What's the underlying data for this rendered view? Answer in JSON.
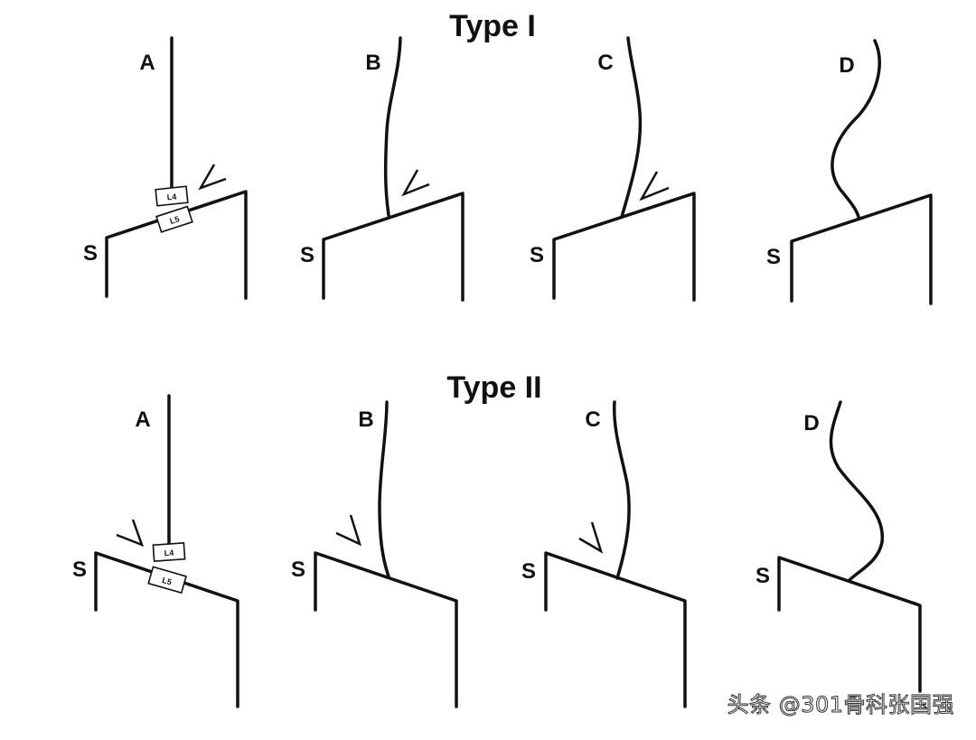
{
  "diagram": {
    "rows": [
      {
        "title": "Type I",
        "slope_label": "S",
        "vertebra_labels": [
          "L4",
          "L5"
        ],
        "panels": [
          {
            "label": "A",
            "shape": "straight",
            "arrow": "right"
          },
          {
            "label": "B",
            "shape": "bow-left",
            "arrow": "right"
          },
          {
            "label": "C",
            "shape": "bow-right",
            "arrow": "right"
          },
          {
            "label": "D",
            "shape": "s-curve",
            "arrow": "none"
          }
        ]
      },
      {
        "title": "Type II",
        "slope_label": "S",
        "vertebra_labels": [
          "L4",
          "L5"
        ],
        "panels": [
          {
            "label": "A",
            "shape": "straight",
            "arrow": "left"
          },
          {
            "label": "B",
            "shape": "bow-left",
            "arrow": "left"
          },
          {
            "label": "C",
            "shape": "bow-right",
            "arrow": "left"
          },
          {
            "label": "D",
            "shape": "s-curve",
            "arrow": "none"
          }
        ]
      }
    ]
  },
  "watermark": {
    "text": "头条 @301骨科张国强"
  }
}
